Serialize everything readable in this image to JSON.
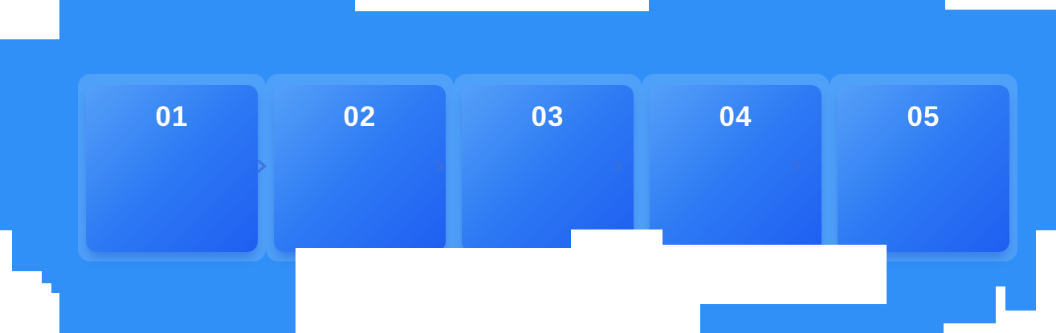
{
  "panel": {
    "name": "process-steps-panel",
    "background_color": "#3190f7"
  },
  "steps": [
    {
      "number": "01"
    },
    {
      "number": "02"
    },
    {
      "number": "03"
    },
    {
      "number": "04"
    },
    {
      "number": "05"
    }
  ],
  "separator_icon": "chevron-right-icon",
  "colors": {
    "background_blue": "#3190f7",
    "card_gradient_start": "#55a0f8",
    "card_gradient_end": "#1e5ef1",
    "card_frame": "rgba(255,255,255,0.15)",
    "number_text": "#ffffff",
    "chevron": "#3b6edc"
  }
}
